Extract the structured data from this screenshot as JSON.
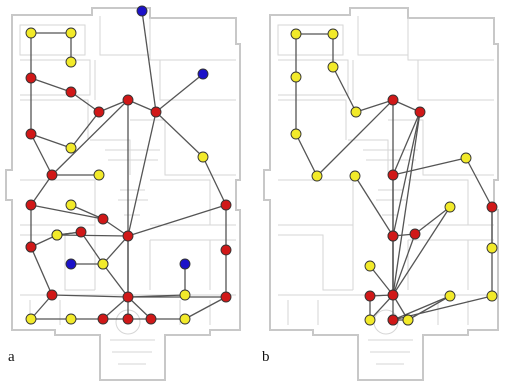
{
  "panels": [
    {
      "id": "a",
      "label": "a",
      "nodes": [
        {
          "id": "a1",
          "type": "yellow"
        },
        {
          "id": "a2",
          "type": "yellow"
        },
        {
          "id": "a3",
          "type": "yellow"
        },
        {
          "id": "a4",
          "type": "red"
        },
        {
          "id": "a5",
          "type": "red"
        },
        {
          "id": "a6",
          "type": "blue"
        },
        {
          "id": "a7",
          "type": "blue"
        },
        {
          "id": "a8",
          "type": "red"
        },
        {
          "id": "a9",
          "type": "red"
        },
        {
          "id": "a10",
          "type": "red"
        },
        {
          "id": "a11",
          "type": "red"
        },
        {
          "id": "a12",
          "type": "yellow"
        },
        {
          "id": "a13",
          "type": "yellow"
        },
        {
          "id": "a14",
          "type": "red"
        },
        {
          "id": "a15",
          "type": "yellow"
        },
        {
          "id": "a16",
          "type": "red"
        },
        {
          "id": "a17",
          "type": "red"
        },
        {
          "id": "a18",
          "type": "yellow"
        },
        {
          "id": "a19",
          "type": "red"
        },
        {
          "id": "a20",
          "type": "yellow"
        },
        {
          "id": "a21",
          "type": "red"
        },
        {
          "id": "a22",
          "type": "red"
        },
        {
          "id": "a23",
          "type": "yellow"
        },
        {
          "id": "a24",
          "type": "yellow"
        },
        {
          "id": "a25",
          "type": "yellow"
        },
        {
          "id": "a26",
          "type": "red"
        },
        {
          "id": "a27",
          "type": "red"
        },
        {
          "id": "a28",
          "type": "blue"
        },
        {
          "id": "a29",
          "type": "yellow"
        },
        {
          "id": "a30",
          "type": "blue"
        },
        {
          "id": "a31",
          "type": "red"
        },
        {
          "id": "a32",
          "type": "red"
        },
        {
          "id": "a33",
          "type": "yellow"
        },
        {
          "id": "a34",
          "type": "red"
        },
        {
          "id": "a35",
          "type": "yellow"
        },
        {
          "id": "a36",
          "type": "yellow"
        },
        {
          "id": "a37",
          "type": "red"
        },
        {
          "id": "a38",
          "type": "red"
        },
        {
          "id": "a39",
          "type": "red"
        },
        {
          "id": "a40",
          "type": "yellow"
        }
      ],
      "edges": [
        [
          "a1",
          "a2"
        ],
        [
          "a2",
          "a3"
        ],
        [
          "a1",
          "a4"
        ],
        [
          "a4",
          "a5"
        ],
        [
          "a5",
          "a8"
        ],
        [
          "a8",
          "a9"
        ],
        [
          "a9",
          "a10"
        ],
        [
          "a6",
          "a10"
        ],
        [
          "a7",
          "a10"
        ],
        [
          "a4",
          "a11"
        ],
        [
          "a11",
          "a12"
        ],
        [
          "a8",
          "a12"
        ],
        [
          "a11",
          "a14"
        ],
        [
          "a14",
          "a13"
        ],
        [
          "a9",
          "a14"
        ],
        [
          "a10",
          "a15"
        ],
        [
          "a15",
          "a22"
        ],
        [
          "a10",
          "a21"
        ],
        [
          "a21",
          "a17"
        ],
        [
          "a14",
          "a16"
        ],
        [
          "a16",
          "a17"
        ],
        [
          "a17",
          "a18"
        ],
        [
          "a19",
          "a20"
        ],
        [
          "a20",
          "a21"
        ],
        [
          "a21",
          "a22"
        ],
        [
          "a16",
          "a26"
        ],
        [
          "a26",
          "a23"
        ],
        [
          "a23",
          "a24"
        ],
        [
          "a24",
          "a19"
        ],
        [
          "a19",
          "a25"
        ],
        [
          "a25",
          "a21"
        ],
        [
          "a26",
          "a31"
        ],
        [
          "a22",
          "a27"
        ],
        [
          "a27",
          "a32"
        ],
        [
          "a9",
          "a34"
        ],
        [
          "a21",
          "a34"
        ],
        [
          "a34",
          "a29"
        ],
        [
          "a28",
          "a29"
        ],
        [
          "a30",
          "a33"
        ],
        [
          "a31",
          "a34"
        ],
        [
          "a34",
          "a32"
        ],
        [
          "a31",
          "a35"
        ],
        [
          "a35",
          "a36"
        ],
        [
          "a36",
          "a37"
        ],
        [
          "a37",
          "a38"
        ],
        [
          "a34",
          "a37"
        ],
        [
          "a34",
          "a38"
        ],
        [
          "a34",
          "a39"
        ],
        [
          "a38",
          "a39"
        ],
        [
          "a39",
          "a40"
        ],
        [
          "a32",
          "a40"
        ],
        [
          "a33",
          "a34"
        ]
      ]
    },
    {
      "id": "b",
      "label": "b",
      "nodes": [
        {
          "id": "b1",
          "type": "yellow"
        },
        {
          "id": "b2",
          "type": "yellow"
        },
        {
          "id": "b3",
          "type": "yellow"
        },
        {
          "id": "b4",
          "type": "yellow"
        },
        {
          "id": "b5",
          "type": "yellow"
        },
        {
          "id": "b6",
          "type": "yellow"
        },
        {
          "id": "b7",
          "type": "yellow"
        },
        {
          "id": "b8",
          "type": "red"
        },
        {
          "id": "b9",
          "type": "red"
        },
        {
          "id": "b10",
          "type": "red"
        },
        {
          "id": "b11",
          "type": "yellow"
        },
        {
          "id": "b12",
          "type": "yellow"
        },
        {
          "id": "b13",
          "type": "red"
        },
        {
          "id": "b14",
          "type": "yellow"
        },
        {
          "id": "b15",
          "type": "yellow"
        },
        {
          "id": "b16",
          "type": "red"
        },
        {
          "id": "b17",
          "type": "yellow"
        },
        {
          "id": "b18",
          "type": "red"
        },
        {
          "id": "b19",
          "type": "red"
        },
        {
          "id": "b20",
          "type": "red"
        },
        {
          "id": "b21",
          "type": "yellow"
        },
        {
          "id": "b22",
          "type": "yellow"
        },
        {
          "id": "b23",
          "type": "red"
        },
        {
          "id": "b24",
          "type": "yellow"
        },
        {
          "id": "b25",
          "type": "yellow"
        },
        {
          "id": "b26",
          "type": "yellow"
        },
        {
          "id": "b27",
          "type": "red"
        },
        {
          "id": "b28",
          "type": "yellow"
        }
      ],
      "edges": [
        [
          "b1",
          "b2"
        ],
        [
          "b1",
          "b3"
        ],
        [
          "b3",
          "b4"
        ],
        [
          "b4",
          "b5"
        ],
        [
          "b5",
          "b8"
        ],
        [
          "b8",
          "b9"
        ],
        [
          "b9",
          "b10"
        ],
        [
          "b2",
          "b6"
        ],
        [
          "b6",
          "b7"
        ],
        [
          "b7",
          "b8"
        ],
        [
          "b10",
          "b12"
        ],
        [
          "b12",
          "b16"
        ],
        [
          "b16",
          "b15"
        ],
        [
          "b9",
          "b13"
        ],
        [
          "b13",
          "b11"
        ],
        [
          "b8",
          "b23"
        ],
        [
          "b9",
          "b23"
        ],
        [
          "b13",
          "b23"
        ],
        [
          "b10",
          "b19"
        ],
        [
          "b19",
          "b18"
        ],
        [
          "b18",
          "b14"
        ],
        [
          "b14",
          "b23"
        ],
        [
          "b18",
          "b23"
        ],
        [
          "b19",
          "b23"
        ],
        [
          "b20",
          "b23"
        ],
        [
          "b17",
          "b23"
        ],
        [
          "b21",
          "b23"
        ],
        [
          "b22",
          "b23"
        ],
        [
          "b20",
          "b21"
        ],
        [
          "b22",
          "b24"
        ],
        [
          "b24",
          "b27"
        ],
        [
          "b27",
          "b28"
        ],
        [
          "b23",
          "b25"
        ],
        [
          "b25",
          "b26"
        ],
        [
          "b16",
          "b26"
        ]
      ]
    }
  ],
  "colors": {
    "red": "#d01818",
    "yellow": "#f2ea2a",
    "blue": "#1c12c9",
    "edge": "#555555",
    "plan": "#c8c8c8"
  }
}
